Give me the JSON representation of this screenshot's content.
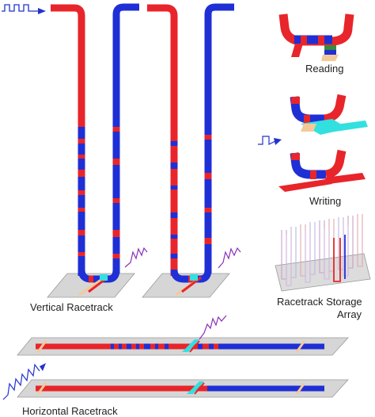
{
  "labels": {
    "reading": "Reading",
    "writing": "Writing",
    "vertical_racetrack": "Vertical Racetrack",
    "storage_array_line1": "Racetrack Storage",
    "storage_array_line2": "Array",
    "horizontal_racetrack": "Horizontal Racetrack"
  },
  "colors": {
    "domain_red": "#e8252a",
    "domain_blue": "#1f2fd6",
    "substrate": "#d9d9d9",
    "read_element": "#f5c89a",
    "write_element": "#33e0e0",
    "pulse_blue": "#2233cc",
    "pulse_purple": "#8a2fb8"
  }
}
